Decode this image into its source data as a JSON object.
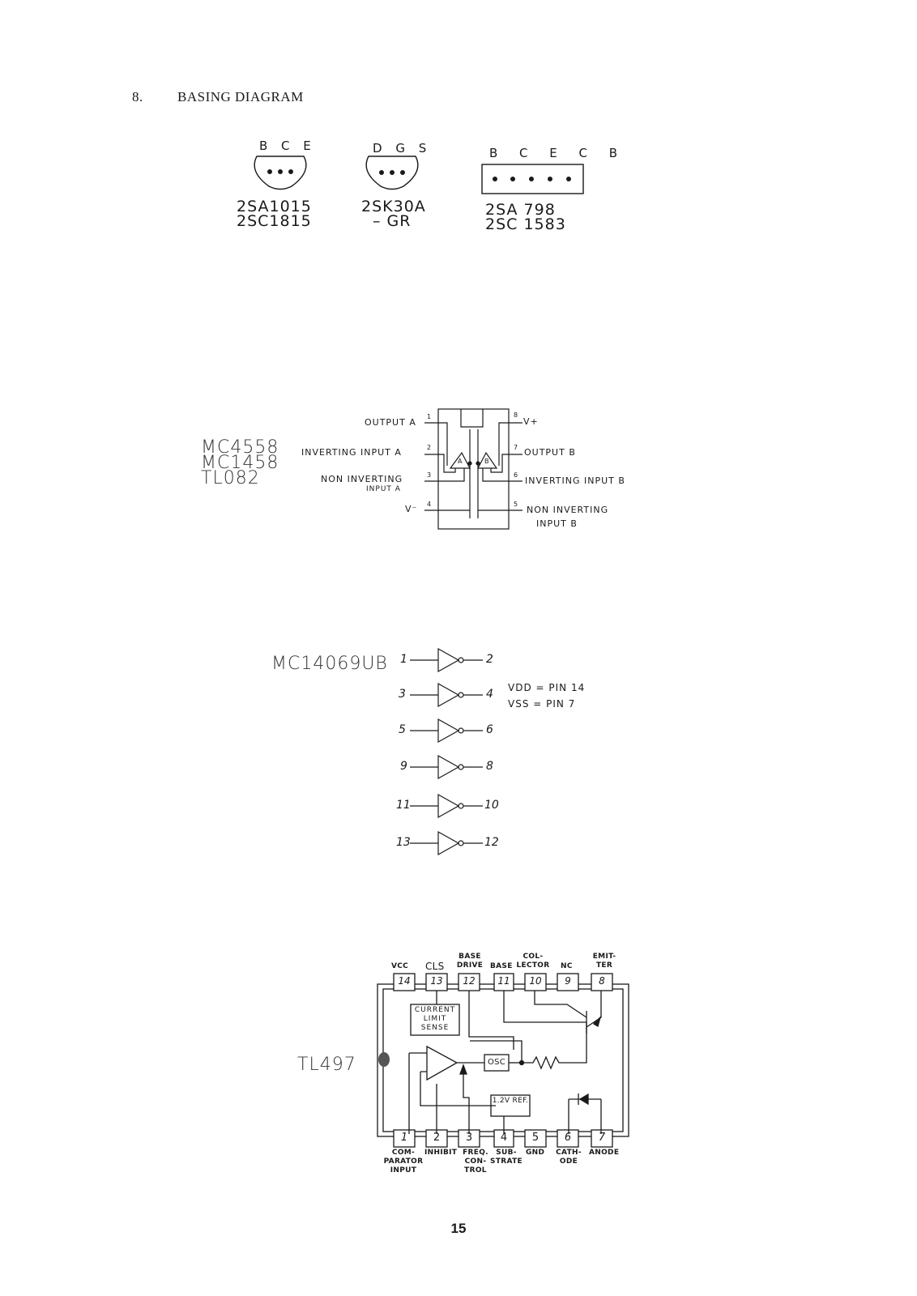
{
  "section": {
    "number": "8.",
    "title": "BASING DIAGRAM"
  },
  "to92_bce": {
    "pins": "B C E",
    "parts": [
      "2SA1015",
      "2SC1815"
    ]
  },
  "to92_dgs": {
    "pins": "D G S",
    "parts": [
      "2SK30A",
      "– GR"
    ]
  },
  "sip5": {
    "pins": "B C E C B",
    "parts": [
      "2SA 798",
      "2SC 1583"
    ]
  },
  "opamp": {
    "parts": [
      "MC4558",
      "MC1458",
      "TL082"
    ],
    "pin_labels": {
      "p1": "OUTPUT A",
      "p2": "INVERTING INPUT A",
      "p3": "NON INVERTING",
      "p3b": "INPUT A",
      "p4": "V⁻",
      "p5": "NON INVERTING",
      "p5b": "INPUT B",
      "p6": "INVERTING INPUT B",
      "p7": "OUTPUT B",
      "p8": "V+"
    },
    "pin_numbers": [
      "1",
      "2",
      "3",
      "4",
      "5",
      "6",
      "7",
      "8"
    ],
    "amp_labels": [
      "A",
      "B"
    ]
  },
  "inverter": {
    "part": "MC14069UB",
    "pairs": [
      [
        "1",
        "2"
      ],
      [
        "3",
        "4"
      ],
      [
        "5",
        "6"
      ],
      [
        "9",
        "8"
      ],
      [
        "11",
        "10"
      ],
      [
        "13",
        "12"
      ]
    ],
    "notes": [
      "VDD = PIN 14",
      "VSS = PIN 7"
    ]
  },
  "tl497": {
    "part": "TL497",
    "top_pins": [
      "14",
      "13",
      "12",
      "11",
      "10",
      "9",
      "8"
    ],
    "top_labels": [
      "VCC",
      "CLS",
      "BASE DRIVE",
      "BASE",
      "COL-LECTOR",
      "NC",
      "EMIT-TER"
    ],
    "bottom_pins": [
      "1",
      "2",
      "3",
      "4",
      "5",
      "6",
      "7"
    ],
    "bottom_labels": [
      "COM-PARATOR INPUT",
      "INHIBIT",
      "FREQ. CON-TROL",
      "SUB-STRATE",
      "GND",
      "CATH-ODE",
      "ANODE"
    ],
    "blocks": {
      "cls": "CURRENT LIMIT SENSE",
      "osc": "OSC",
      "ref": "1.2V REF."
    }
  },
  "page_number": "15"
}
